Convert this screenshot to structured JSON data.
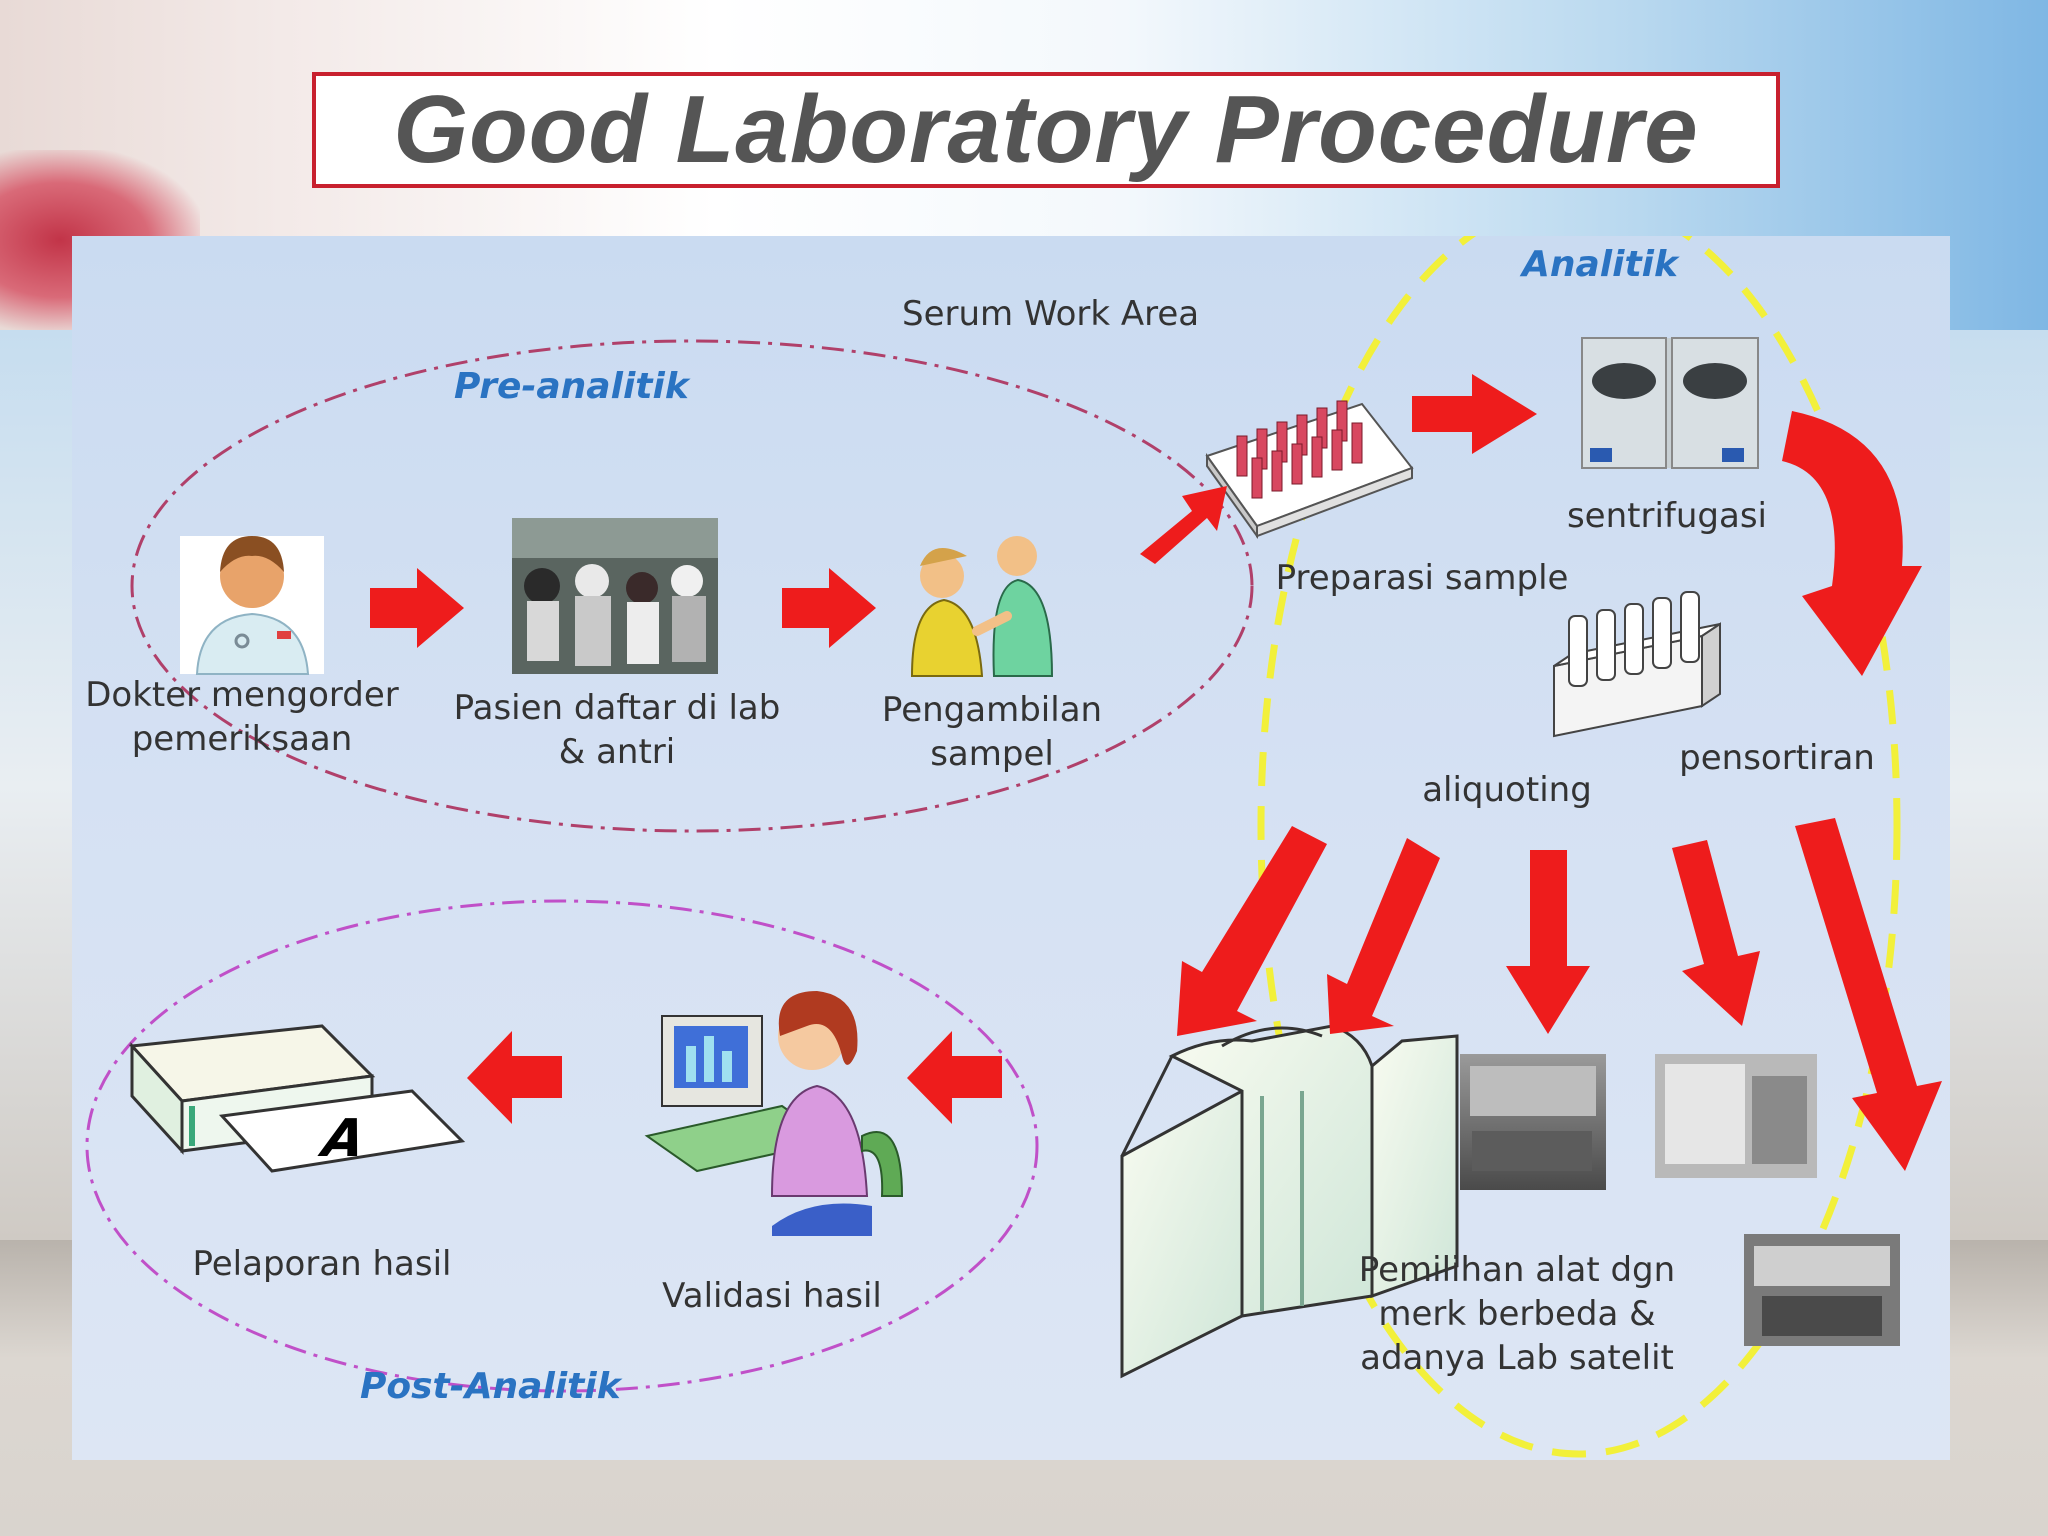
{
  "title": "Good Laboratory Procedure",
  "area_label": "Serum Work Area",
  "phases": {
    "pre": "Pre-analitik",
    "analitik": "Analitik",
    "post": "Post-Analitik"
  },
  "steps": {
    "dokter": [
      "Dokter mengorder",
      "pemeriksaan"
    ],
    "pasien": [
      "Pasien daftar di lab",
      "& antri"
    ],
    "pengambilan": [
      "Pengambilan",
      "sampel"
    ],
    "preparasi": "Preparasi sample",
    "sentrifugasi": "sentrifugasi",
    "aliquoting": "aliquoting",
    "pensortiran": "pensortiran",
    "pemilihan": [
      "Pemilihan alat dgn",
      "merk berbeda &",
      "adanya Lab satelit"
    ],
    "validasi": "Validasi hasil",
    "pelaporan": "Pelaporan hasil"
  },
  "printer_letter": "A",
  "colors": {
    "arrow": "#ee1c1c",
    "pre_boundary": "#b0406a",
    "post_boundary": "#c050c8",
    "analitik_boundary": "#f2f03a",
    "phase_text": "#2a73c2",
    "title_border": "#c8202e"
  }
}
